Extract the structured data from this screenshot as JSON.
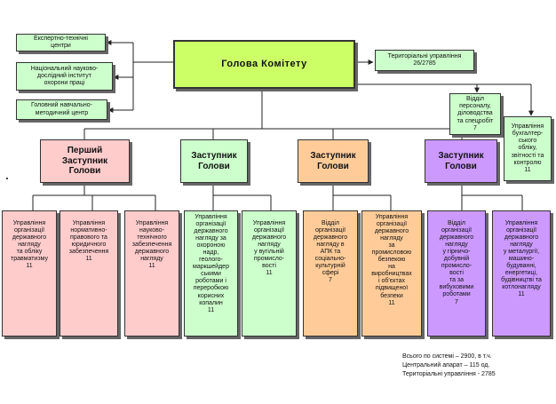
{
  "center": {
    "title": "Голова Комітету"
  },
  "left_boxes": [
    {
      "text": "Експертно-технічні\nцентри"
    },
    {
      "text": "Національний науково-\nдослідний інститут\nохорони праці"
    },
    {
      "text": "Головний навчально-\nметодичний центр"
    }
  ],
  "right_boxes": {
    "territorial": "Територіальні управління\n26/2785",
    "personnel": "Відділ\nперсоналу,\nділоводства\nта спецробіт\n7",
    "accounting": "Управління\nбухгалтер-\nського\nобліку,\nзвітності та\nконтролю\n11"
  },
  "deputies": [
    {
      "title": "Перший\nЗаступник\nГолови"
    },
    {
      "title": "Заступник\nГолови"
    },
    {
      "title": "Заступник\nГолови"
    },
    {
      "title": "Заступник\nГолови"
    }
  ],
  "units": [
    {
      "text": "Управління\nорганізації\nдержавного\nнагляду\nта обліку\nтравматизму\n11"
    },
    {
      "text": "Управління\nнормативно-\nправового та\nюридичного\nзабезпечення\n11"
    },
    {
      "text": "Управління\nнауково-\nтехнічного\nзабезпечення\nдержавного\nнагляду\n11"
    },
    {
      "text": "Управління\nорганізації\nдержавного\nнагляду за\nохороною\nнадр,\nгеолого-\nмаркшейдер\nськими\nроботами і\nпереробкою\nкорисних\nкопалин\n11"
    },
    {
      "text": "Управління\nорганізації\nдержавного\nнагляду\nу вугільній\nпромисло-\nвості\n11"
    },
    {
      "text": "Відділ\nорганізації\nдержавного\nнагляду в\nАПК та\nсоціально-\nкультурній\nсфері\n7"
    },
    {
      "text": "Управління\nорганізації\nдержавного\nнагляду\nза\nпромисловою\nбезпекою\nна\nвиробництвах\nі об'єктах\nпідвищеної\nбезпеки\n11"
    },
    {
      "text": "Відділ\nорганізації\nдержавного\nнагляду\nу гірничо-\nдобувній\nпромисло-\nвості\nта за\nвибуховими\nроботами\n7"
    },
    {
      "text": "Управління\nорганізації\nдержавного\nнагляду\nу металургії,\nмашино-\nбудуванні,\nенергетиці,\nбудівництві та\nкотлонагляду\n11"
    }
  ],
  "summary": [
    "Всього по системі – 2900, в т.ч.",
    "Центральний апарат – 115 од.",
    "Територіальні управління - 2785"
  ]
}
